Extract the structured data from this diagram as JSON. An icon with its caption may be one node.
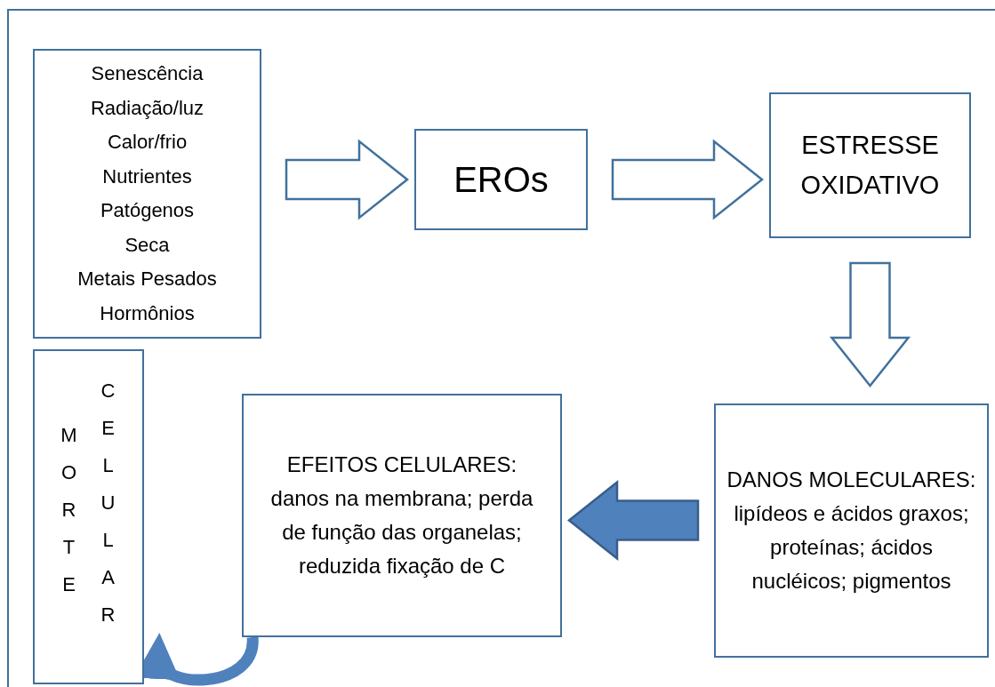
{
  "diagram": {
    "nodes": [
      {
        "text": [
          "Senescência",
          "Radiação/luz",
          "Calor/frio",
          "Nutrientes",
          "Patógenos",
          "Seca",
          "Metais Pesados",
          "Hormônios"
        ]
      },
      {
        "text": [
          "EROs"
        ]
      },
      {
        "text": [
          "ESTRESSE OXIDATIVO"
        ]
      },
      {
        "text": [
          "DANOS MOLECULARES:",
          "lipídeos e ácidos graxos; proteínas; ácidos nucléicos; pigmentos"
        ]
      },
      {
        "text": [
          "EFEITOS CELULARES:",
          "danos na membrana; perda de função das organelas; reduzida fixação de C"
        ]
      },
      {
        "text": [
          "MORTE",
          "CELULAR"
        ]
      }
    ],
    "edges": [
      {
        "from": 0,
        "to": 1,
        "arrow": "to"
      },
      {
        "from": 1,
        "to": 2,
        "arrow": "to"
      },
      {
        "from": 2,
        "to": 3,
        "arrow": "to"
      },
      {
        "from": 3,
        "to": 4,
        "arrow": "to",
        "color": "#4f81bd"
      },
      {
        "from": 4,
        "to": 5,
        "arrow": "to",
        "color": "#4f81bd"
      }
    ]
  }
}
